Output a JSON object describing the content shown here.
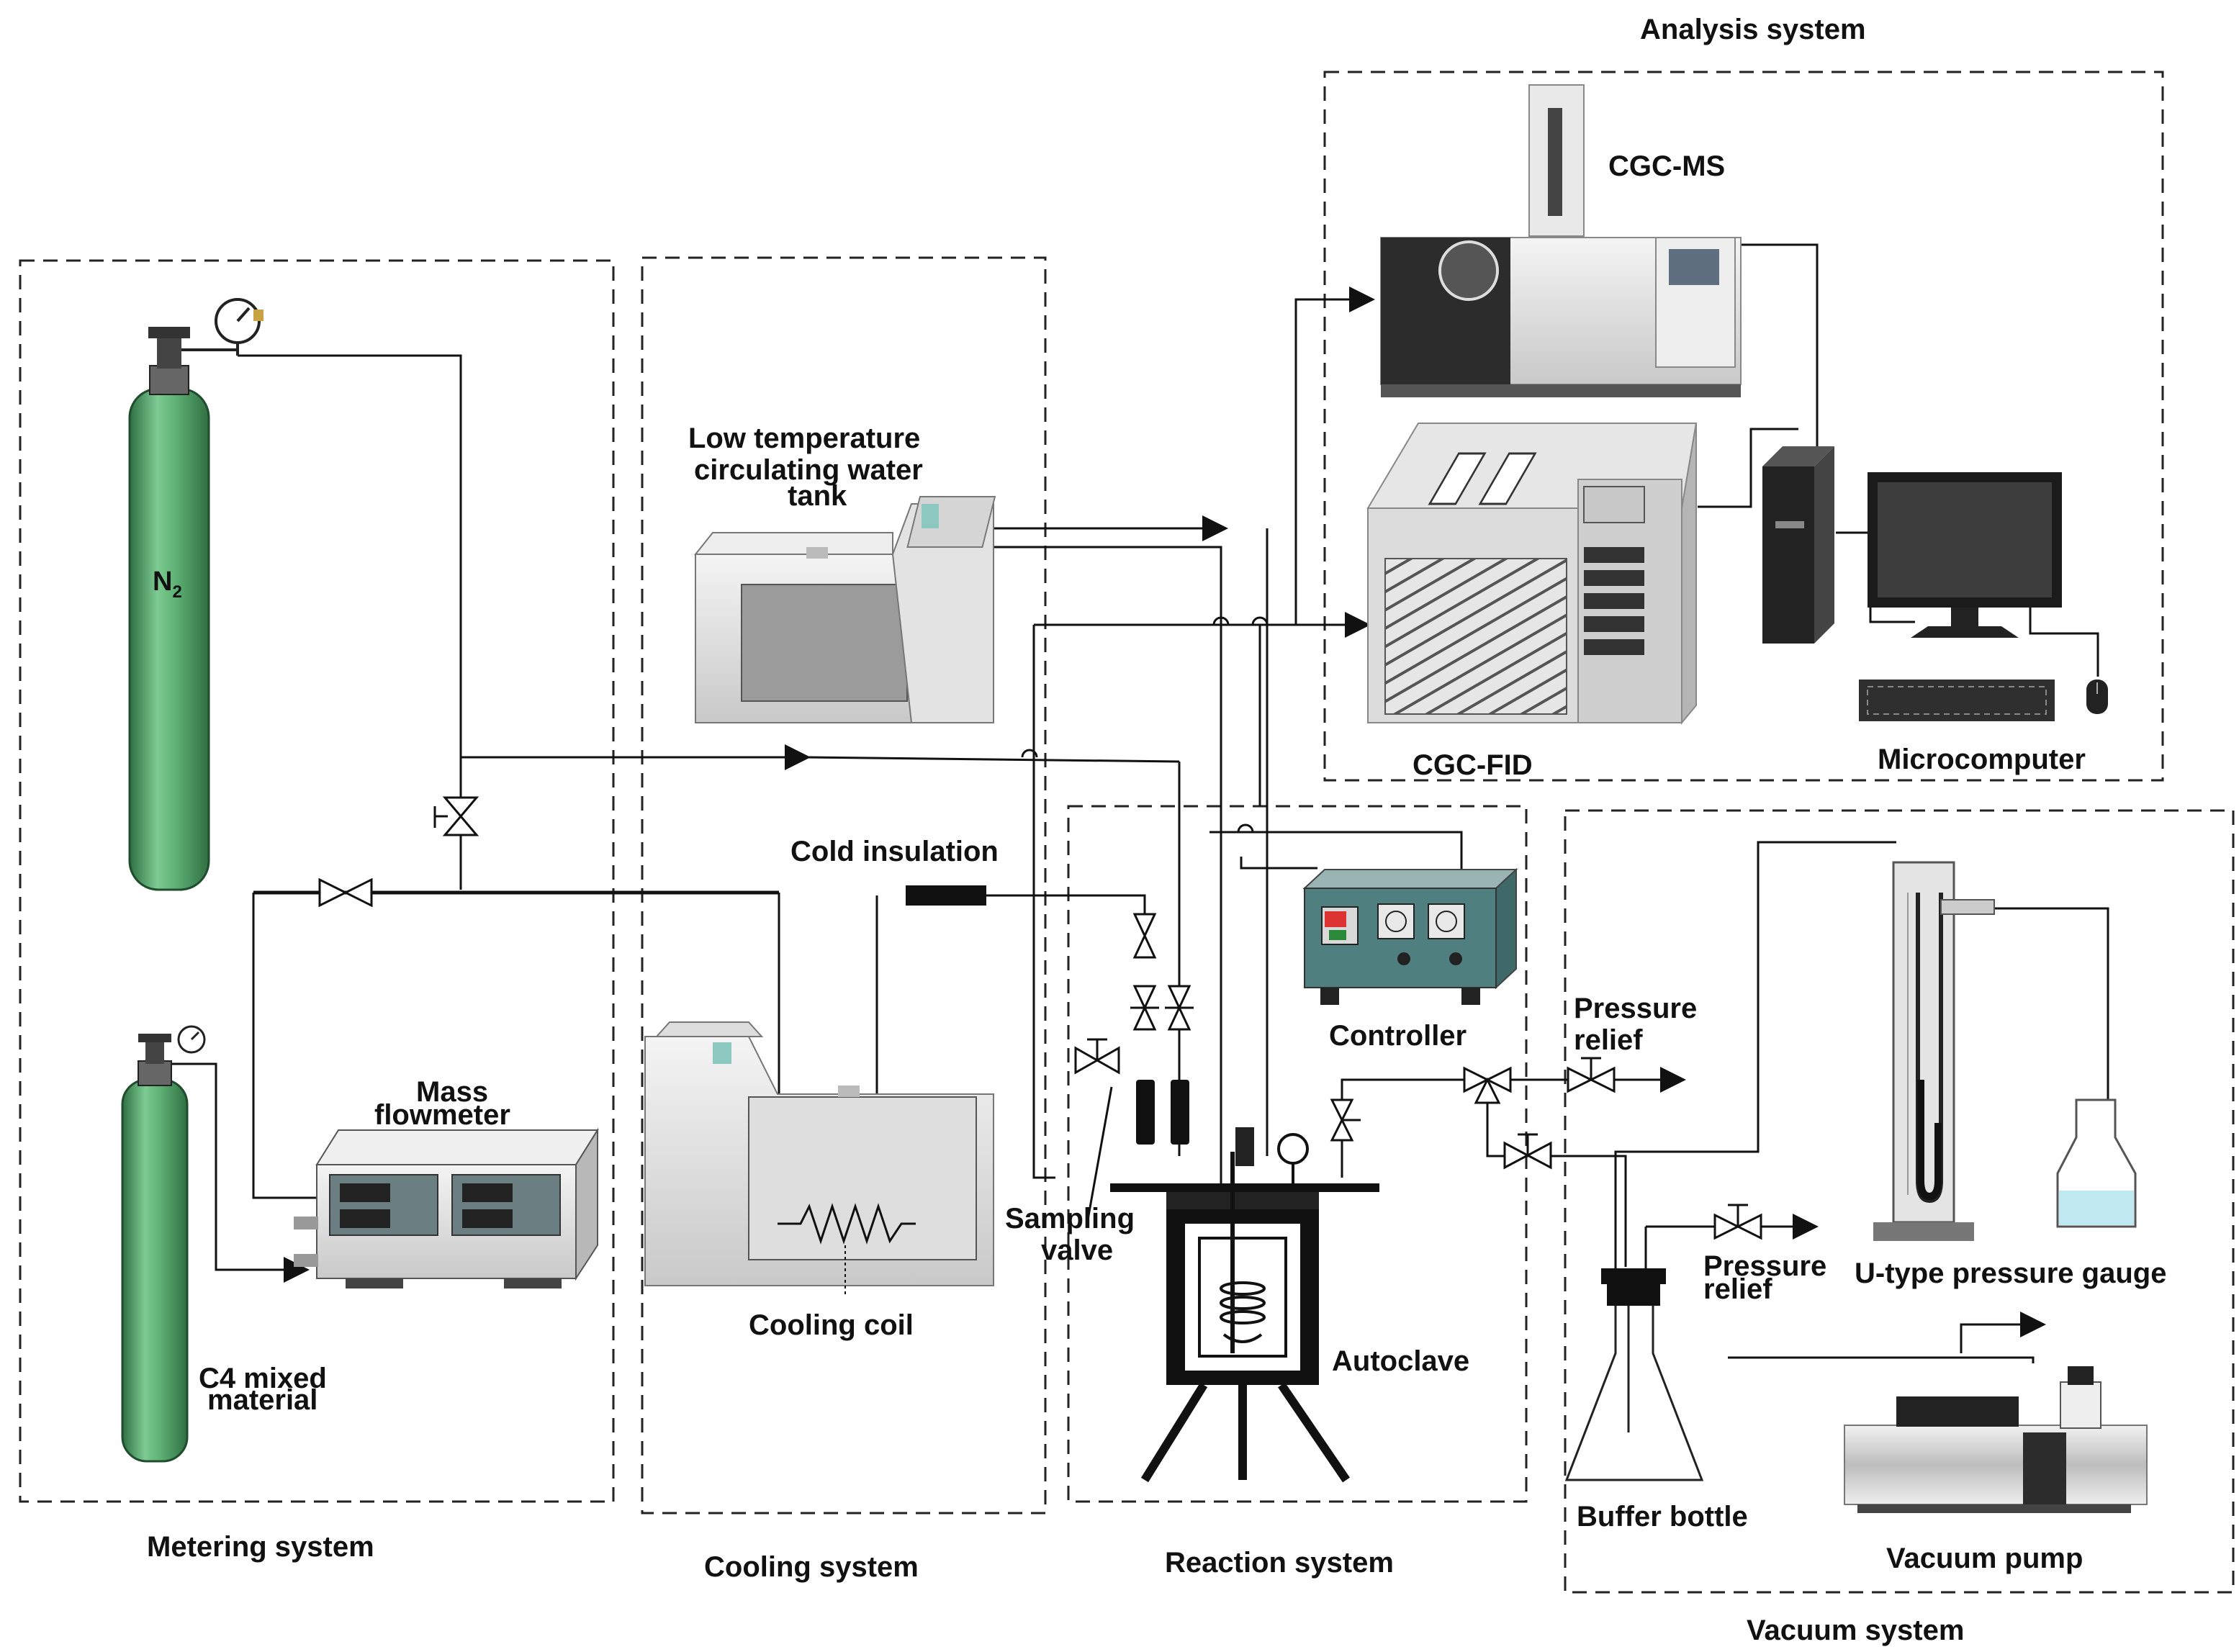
{
  "subsystems": {
    "metering": "Metering system",
    "cooling": "Cooling system",
    "reaction": "Reaction system",
    "analysis": "Analysis system",
    "vacuum": "Vacuum system"
  },
  "components": {
    "n2_base": "N",
    "n2_sub": "2",
    "c4_line1": "C4 mixed",
    "c4_line2": "material",
    "mass_flowmeter_line1": "Mass",
    "mass_flowmeter_line2": "flowmeter",
    "water_tank_line1": "Low temperature",
    "water_tank_line2": "circulating water",
    "water_tank_line3": "tank",
    "cold_insulation": "Cold insulation",
    "cooling_coil": "Cooling coil",
    "sampling_valve_line1": "Sampling",
    "sampling_valve_line2": "valve",
    "controller": "Controller",
    "autoclave": "Autoclave",
    "pressure_relief_1_line1": "Pressure",
    "pressure_relief_1_line2": "relief",
    "pressure_relief_2_line1": "Pressure",
    "pressure_relief_2_line2": "relief",
    "cgc_ms": "CGC-MS",
    "cgc_fid": "CGC-FID",
    "microcomputer": "Microcomputer",
    "u_gauge": "U-type pressure gauge",
    "buffer_bottle": "Buffer bottle",
    "vacuum_pump": "Vacuum pump"
  },
  "colors": {
    "cylinder": "#5cae72",
    "cylinder_dark": "#2f6f43",
    "device_gray": "#d9d9d9",
    "controller_teal": "#4f7f7f",
    "liquid": "#bfe8f0"
  }
}
